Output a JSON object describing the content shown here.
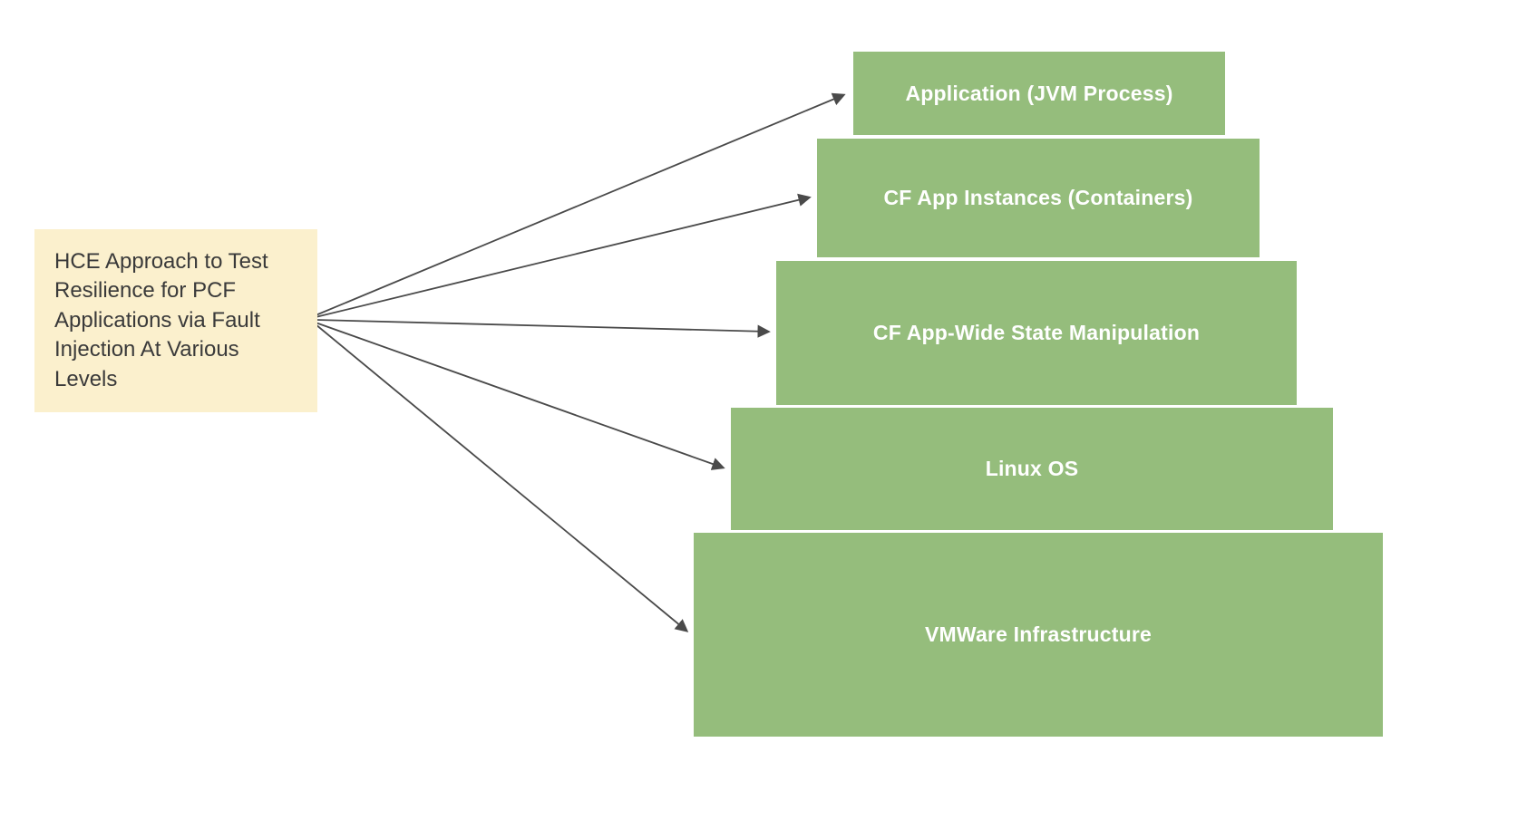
{
  "diagram": {
    "source": {
      "text": "HCE Approach to Test Resilience for PCF Applications via Fault Injection At Various Levels"
    },
    "levels": [
      {
        "label": "Application (JVM Process)"
      },
      {
        "label": "CF App Instances (Containers)"
      },
      {
        "label": "CF App-Wide State Manipulation"
      },
      {
        "label": "Linux OS"
      },
      {
        "label": "VMWare Infrastructure"
      }
    ],
    "colors": {
      "level_fill": "#95bd7c",
      "source_fill": "#fbf0cd",
      "arrow": "#4a4a4a",
      "level_text": "#ffffff",
      "source_text": "#3a3a3a"
    }
  }
}
